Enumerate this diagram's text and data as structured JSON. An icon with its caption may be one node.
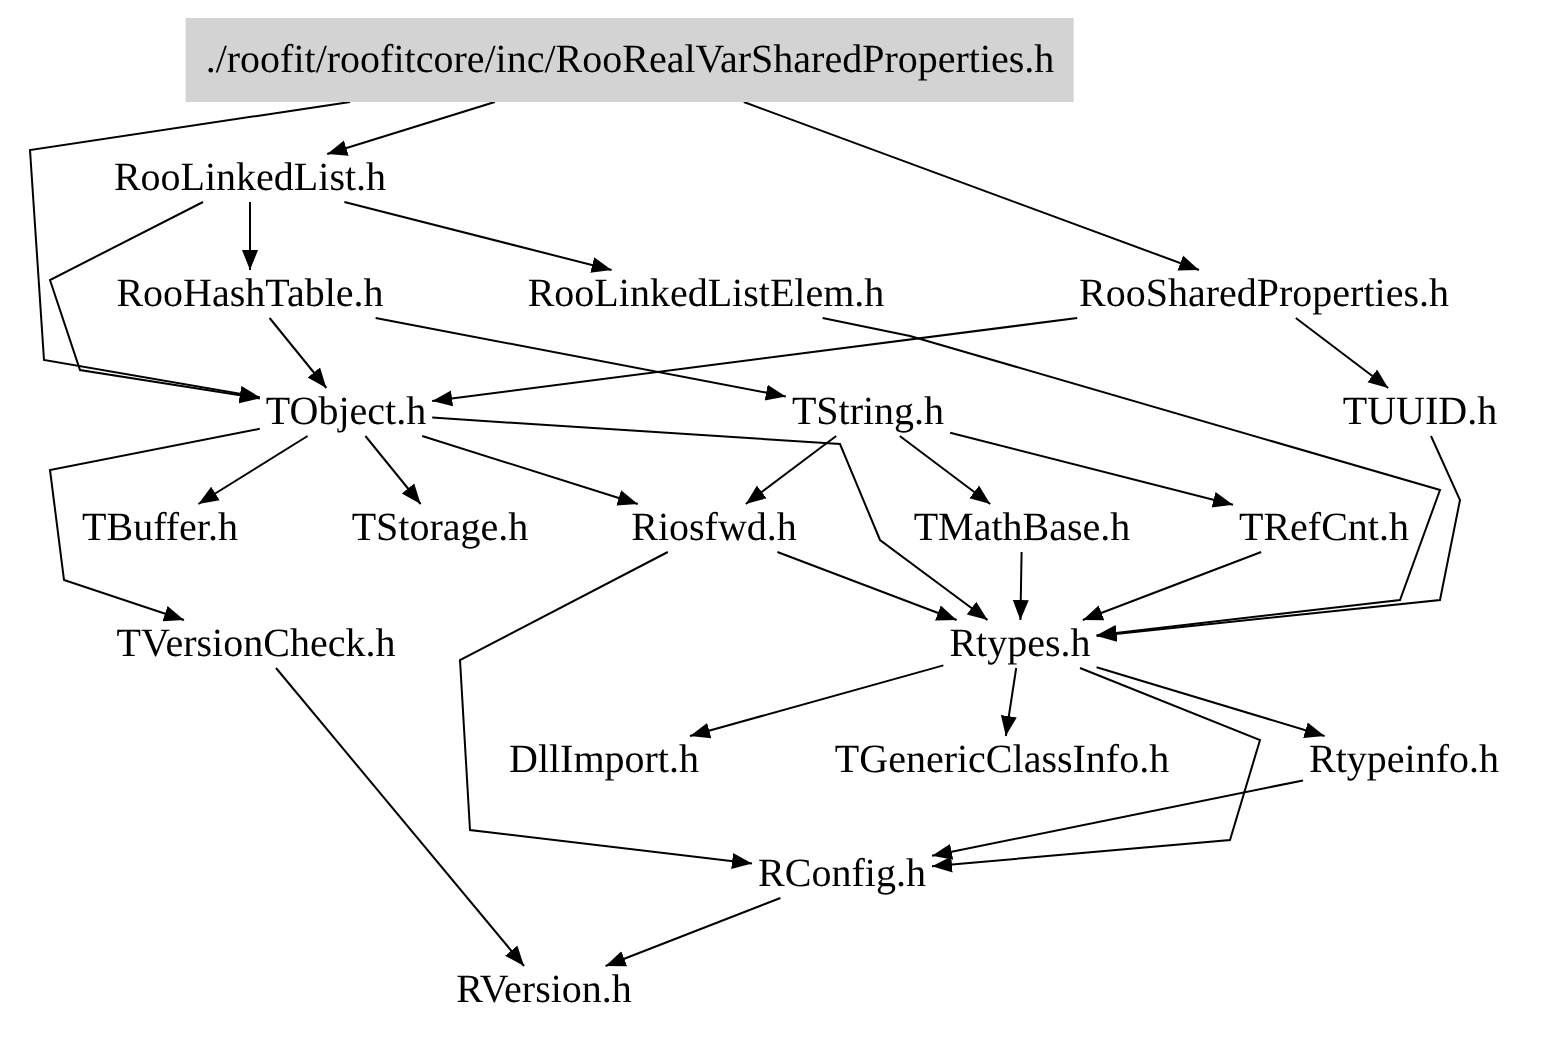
{
  "diagram": {
    "nodes": [
      {
        "text": [
          "./roofit/roofitcore/inc/RooRealVarSharedProperties.h"
        ]
      },
      {
        "text": [
          "RooLinkedList.h"
        ]
      },
      {
        "text": [
          "RooHashTable.h"
        ]
      },
      {
        "text": [
          "RooLinkedListElem.h"
        ]
      },
      {
        "text": [
          "RooSharedProperties.h"
        ]
      },
      {
        "text": [
          "TObject.h"
        ]
      },
      {
        "text": [
          "TString.h"
        ]
      },
      {
        "text": [
          "TUUID.h"
        ]
      },
      {
        "text": [
          "TBuffer.h"
        ]
      },
      {
        "text": [
          "TStorage.h"
        ]
      },
      {
        "text": [
          "Riosfwd.h"
        ]
      },
      {
        "text": [
          "TMathBase.h"
        ]
      },
      {
        "text": [
          "TRefCnt.h"
        ]
      },
      {
        "text": [
          "TVersionCheck.h"
        ]
      },
      {
        "text": [
          "Rtypes.h"
        ]
      },
      {
        "text": [
          "DllImport.h"
        ]
      },
      {
        "text": [
          "TGenericClassInfo.h"
        ]
      },
      {
        "text": [
          "Rtypeinfo.h"
        ]
      },
      {
        "text": [
          "RConfig.h"
        ]
      },
      {
        "text": [
          "RVersion.h"
        ]
      }
    ],
    "edges": [
      {
        "from": 0,
        "to": 1,
        "arrow": "to"
      },
      {
        "from": 0,
        "to": 4,
        "arrow": "to"
      },
      {
        "from": 0,
        "to": 5,
        "arrow": "to"
      },
      {
        "from": 1,
        "to": 2,
        "arrow": "to"
      },
      {
        "from": 1,
        "to": 3,
        "arrow": "to"
      },
      {
        "from": 1,
        "to": 5,
        "arrow": "to"
      },
      {
        "from": 2,
        "to": 5,
        "arrow": "to"
      },
      {
        "from": 2,
        "to": 6,
        "arrow": "to"
      },
      {
        "from": 3,
        "to": 14,
        "arrow": "to"
      },
      {
        "from": 4,
        "to": 5,
        "arrow": "to"
      },
      {
        "from": 4,
        "to": 7,
        "arrow": "to"
      },
      {
        "from": 5,
        "to": 8,
        "arrow": "to"
      },
      {
        "from": 5,
        "to": 9,
        "arrow": "to"
      },
      {
        "from": 5,
        "to": 10,
        "arrow": "to"
      },
      {
        "from": 5,
        "to": 13,
        "arrow": "to"
      },
      {
        "from": 5,
        "to": 14,
        "arrow": "to"
      },
      {
        "from": 6,
        "to": 10,
        "arrow": "to"
      },
      {
        "from": 6,
        "to": 11,
        "arrow": "to"
      },
      {
        "from": 6,
        "to": 12,
        "arrow": "to"
      },
      {
        "from": 7,
        "to": 14,
        "arrow": "to"
      },
      {
        "from": 10,
        "to": 14,
        "arrow": "to"
      },
      {
        "from": 10,
        "to": 18,
        "arrow": "to"
      },
      {
        "from": 11,
        "to": 14,
        "arrow": "to"
      },
      {
        "from": 12,
        "to": 14,
        "arrow": "to"
      },
      {
        "from": 13,
        "to": 19,
        "arrow": "to"
      },
      {
        "from": 14,
        "to": 15,
        "arrow": "to"
      },
      {
        "from": 14,
        "to": 16,
        "arrow": "to"
      },
      {
        "from": 14,
        "to": 17,
        "arrow": "to"
      },
      {
        "from": 14,
        "to": 18,
        "arrow": "to"
      },
      {
        "from": 17,
        "to": 18,
        "arrow": "to"
      },
      {
        "from": 18,
        "to": 19,
        "arrow": "to"
      }
    ]
  }
}
